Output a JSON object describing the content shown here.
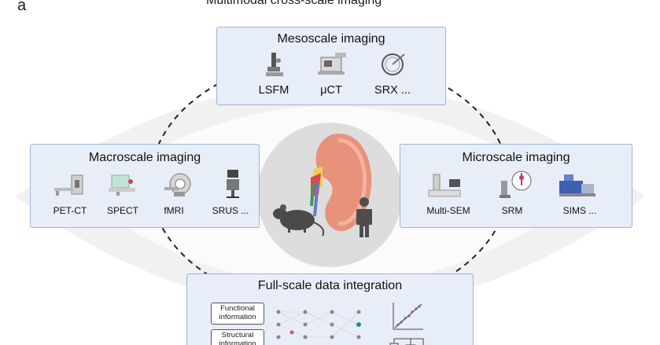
{
  "panel_letter": "a",
  "figure_title": "Multimodal cross-scale imaging",
  "mesoscale": {
    "title": "Mesoscale imaging",
    "items": [
      {
        "label": "LSFM",
        "icon": "light-sheet-microscope-icon"
      },
      {
        "label": "μCT",
        "icon": "micro-ct-scanner-icon"
      },
      {
        "label": "SRX ...",
        "icon": "synchrotron-ring-icon"
      }
    ]
  },
  "macroscale": {
    "title": "Macroscale imaging",
    "items": [
      {
        "label": "PET-CT",
        "icon": "pet-ct-scanner-icon"
      },
      {
        "label": "SPECT",
        "icon": "spect-scanner-icon"
      },
      {
        "label": "fMRI",
        "icon": "mri-scanner-icon"
      },
      {
        "label": "SRUS ...",
        "icon": "ultrasound-cart-icon"
      }
    ]
  },
  "microscale": {
    "title": "Microscale imaging",
    "items": [
      {
        "label": "Multi-SEM",
        "icon": "electron-microscope-icon"
      },
      {
        "label": "SRM",
        "icon": "super-resolution-microscope-icon"
      },
      {
        "label": "SIMS ...",
        "icon": "mass-spectrometer-icon"
      }
    ]
  },
  "center": {
    "icons": [
      "kidney-icon",
      "mouse-icon",
      "human-icon"
    ]
  },
  "integration": {
    "title": "Full-scale data integration",
    "info_boxes": [
      "Functional information",
      "Structural information"
    ],
    "icons": [
      "neural-network-icon",
      "scatter-plot-icon",
      "dendrogram-icon"
    ]
  },
  "colors": {
    "panel_fill": "#e8eef8",
    "panel_border": "#9fb2d6",
    "eye_shape": "#ebebeb",
    "center_circle": "#dcdcdc",
    "kidney": "#e8927c"
  }
}
